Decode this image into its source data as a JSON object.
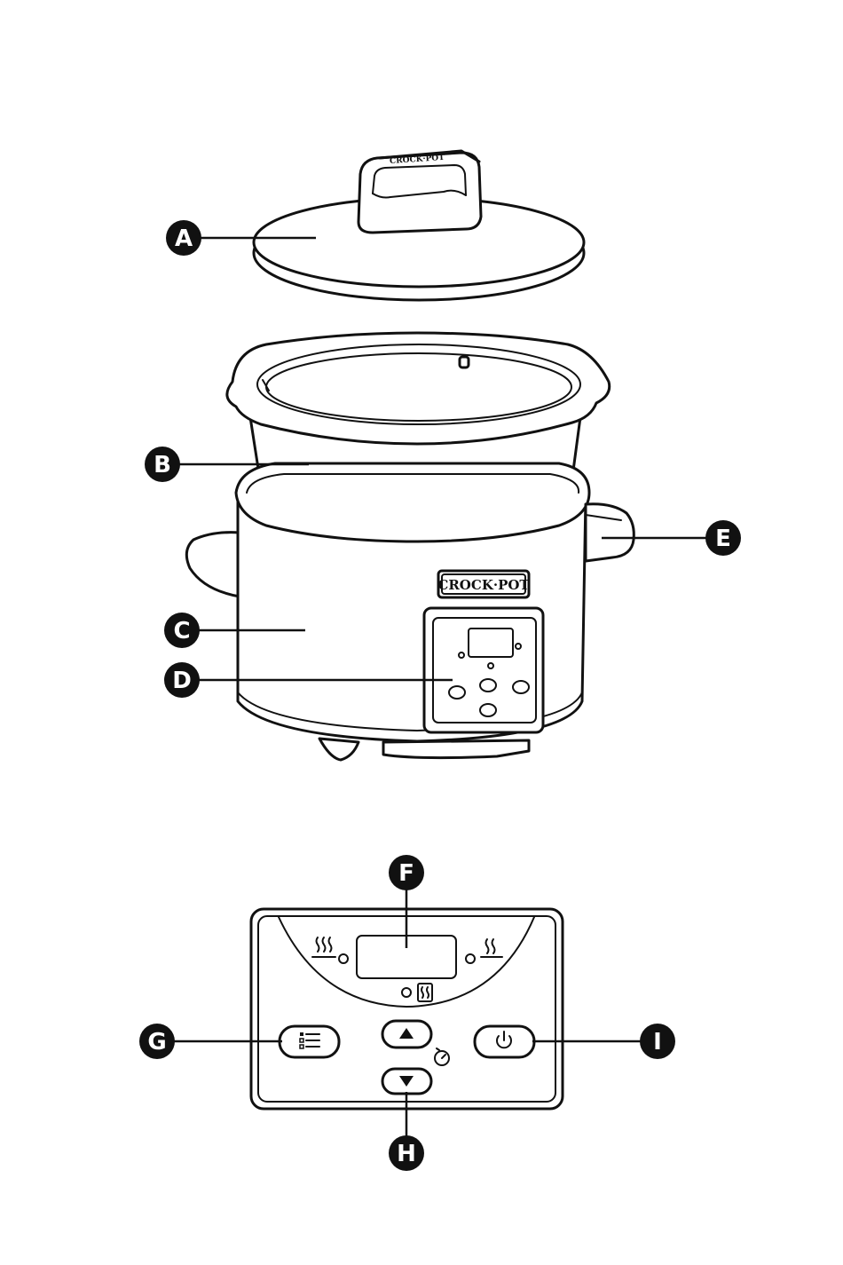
{
  "labels": {
    "A": "A",
    "B": "B",
    "C": "C",
    "D": "D",
    "E": "E",
    "F": "F",
    "G": "G",
    "H": "H",
    "I": "I"
  },
  "brand": {
    "logo_text": "CROCK·POT",
    "lid_text": "CROCK·POT"
  },
  "icons": {
    "high_heat": "high-heat-icon",
    "low_heat": "low-heat-icon",
    "keep_warm": "keep-warm-icon",
    "menu": "menu-icon",
    "up": "up-arrow-icon",
    "down": "down-arrow-icon",
    "timer": "timer-icon",
    "power": "power-icon"
  }
}
